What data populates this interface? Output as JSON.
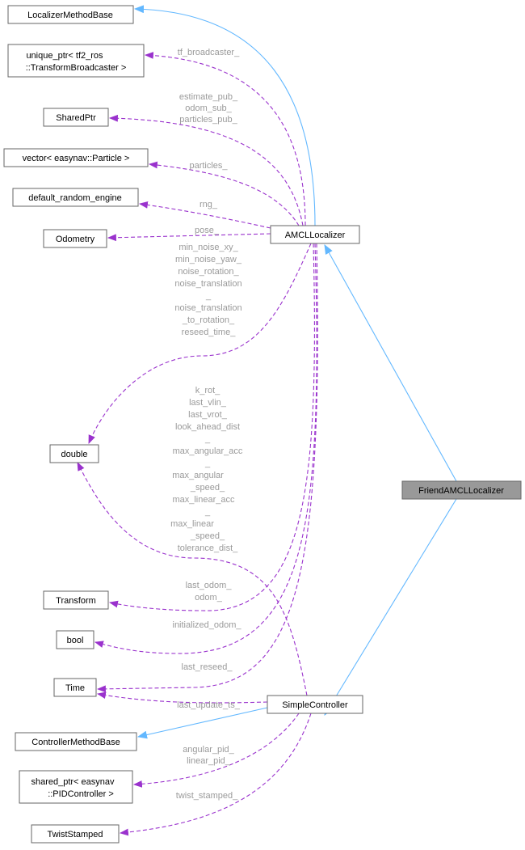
{
  "nodes": {
    "localizer_method_base": "LocalizerMethodBase",
    "unique_ptr_1": "unique_ptr< tf2_ros",
    "unique_ptr_2": "::TransformBroadcaster >",
    "shared_ptr": "SharedPtr",
    "vector": "vector< easynav::Particle >",
    "random_engine": "default_random_engine",
    "odometry": "Odometry",
    "amcl": "AMCLLocalizer",
    "double": "double",
    "friend": "FriendAMCLLocalizer",
    "transform": "Transform",
    "bool": "bool",
    "time": "Time",
    "simple_controller": "SimpleController",
    "controller_method_base": "ControllerMethodBase",
    "pid_1": "shared_ptr< easynav",
    "pid_2": "::PIDController >",
    "twist": "TwistStamped"
  },
  "labels": {
    "tf_broadcaster": "tf_broadcaster_",
    "pubs": [
      "estimate_pub_",
      "odom_sub_",
      "particles_pub_"
    ],
    "particles": "particles_",
    "rng": "rng_",
    "pose": "pose_",
    "amcl_double": [
      "min_noise_xy_",
      "min_noise_yaw_",
      "noise_rotation_",
      "noise_translation",
      "_",
      "noise_translation",
      "_to_rotation_",
      "reseed_time_"
    ],
    "sc_double": [
      "k_rot_",
      "last_vlin_",
      "last_vrot_",
      "look_ahead_dist",
      "_",
      "max_angular_acc",
      "_",
      "max_angular",
      "_speed_",
      "max_linear_acc",
      "_",
      "max_linear",
      "_speed_",
      "tolerance_dist_"
    ],
    "transform": [
      "last_odom_",
      "odom_"
    ],
    "bool": "initialized_odom_",
    "last_reseed": "last_reseed_",
    "last_update": "last_update_ts_",
    "pid": [
      "angular_pid_",
      "linear_pid_"
    ],
    "twist": "twist_stamped_"
  },
  "colors": {
    "dependency": "#9a32cd",
    "inheritance": "#63b8ff"
  }
}
